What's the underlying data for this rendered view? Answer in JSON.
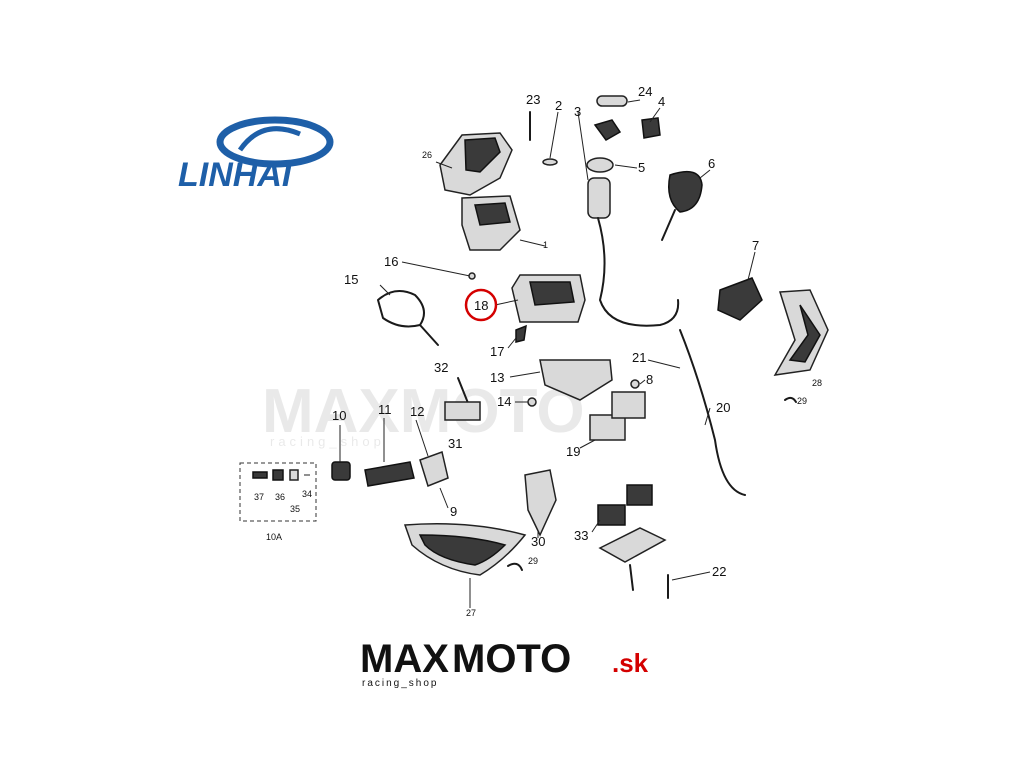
{
  "brand": {
    "name": "LINHAI",
    "color": "#1e5fa8"
  },
  "watermark": {
    "text": "MAXMOTO",
    "sub": "racing_shop"
  },
  "footer_logo": {
    "max": "MAX",
    "moto": "MOTO",
    "tld": ".sk",
    "tagline": "racing_shop",
    "accent": "#d40000"
  },
  "highlight": {
    "label": "18",
    "color": "#d40000"
  },
  "callouts": [
    "23",
    "2",
    "24",
    "4",
    "3",
    "26",
    "5",
    "6",
    "1",
    "16",
    "7",
    "15",
    "17",
    "13",
    "21",
    "8",
    "28",
    "32",
    "14",
    "20",
    "29",
    "10",
    "11",
    "12",
    "31",
    "19",
    "37",
    "36",
    "34",
    "35",
    "9",
    "10A",
    "30",
    "33",
    "29",
    "27",
    "22"
  ]
}
